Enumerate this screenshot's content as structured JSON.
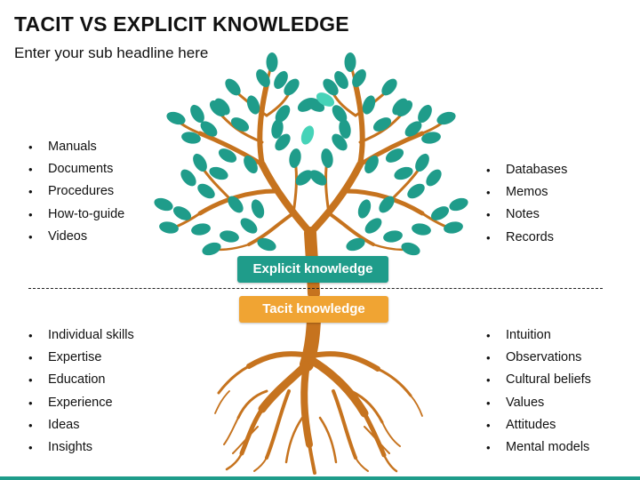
{
  "title": "TACIT VS EXPLICIT KNOWLEDGE",
  "subtitle": "Enter your sub headline here",
  "explicit_label": "Explicit knowledge",
  "tacit_label": "Tacit knowledge",
  "top_left_items": [
    "Manuals",
    "Documents",
    "Procedures",
    "How-to-guide",
    "Videos"
  ],
  "top_right_items": [
    "Databases",
    "Memos",
    "Notes",
    "Records"
  ],
  "bottom_left_items": [
    "Individual skills",
    "Expertise",
    "Education",
    "Experience",
    "Ideas",
    "Insights"
  ],
  "bottom_right_items": [
    "Intuition",
    "Observations",
    "Cultural beliefs",
    "Values",
    "Attitudes",
    "Mental models"
  ],
  "colors": {
    "explicit": "#1f9c8a",
    "tacit": "#f0a433",
    "trunk": "#c6731e",
    "leaf": "#1f9c8a",
    "leaf_light": "#46d3b8"
  }
}
